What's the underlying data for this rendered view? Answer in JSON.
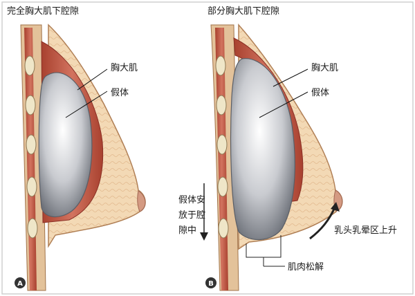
{
  "panels": [
    {
      "title": "完全胸大肌下腔隙",
      "letter": "A",
      "labels": {
        "muscle": "胸大肌",
        "implant": "假体"
      }
    },
    {
      "title": "部分胸大肌下腔隙",
      "letter": "B",
      "labels": {
        "muscle": "胸大肌",
        "implant": "假体",
        "pocket_line1": "假体安",
        "pocket_line2": "放于腔",
        "pocket_line3": "隙中",
        "nipple_rise": "乳头乳晕区上升",
        "muscle_release": "肌肉松解"
      }
    }
  ],
  "colors": {
    "frame": "#c9c9c9",
    "skin": "#f3d9b5",
    "skin_edge": "#b07f55",
    "muscle": "#c45b48",
    "muscle_dark": "#8a2f25",
    "rib": "#efe6c8",
    "implant_light": "#ffffff",
    "implant_dark": "#7c8088",
    "badge": "#333333"
  }
}
